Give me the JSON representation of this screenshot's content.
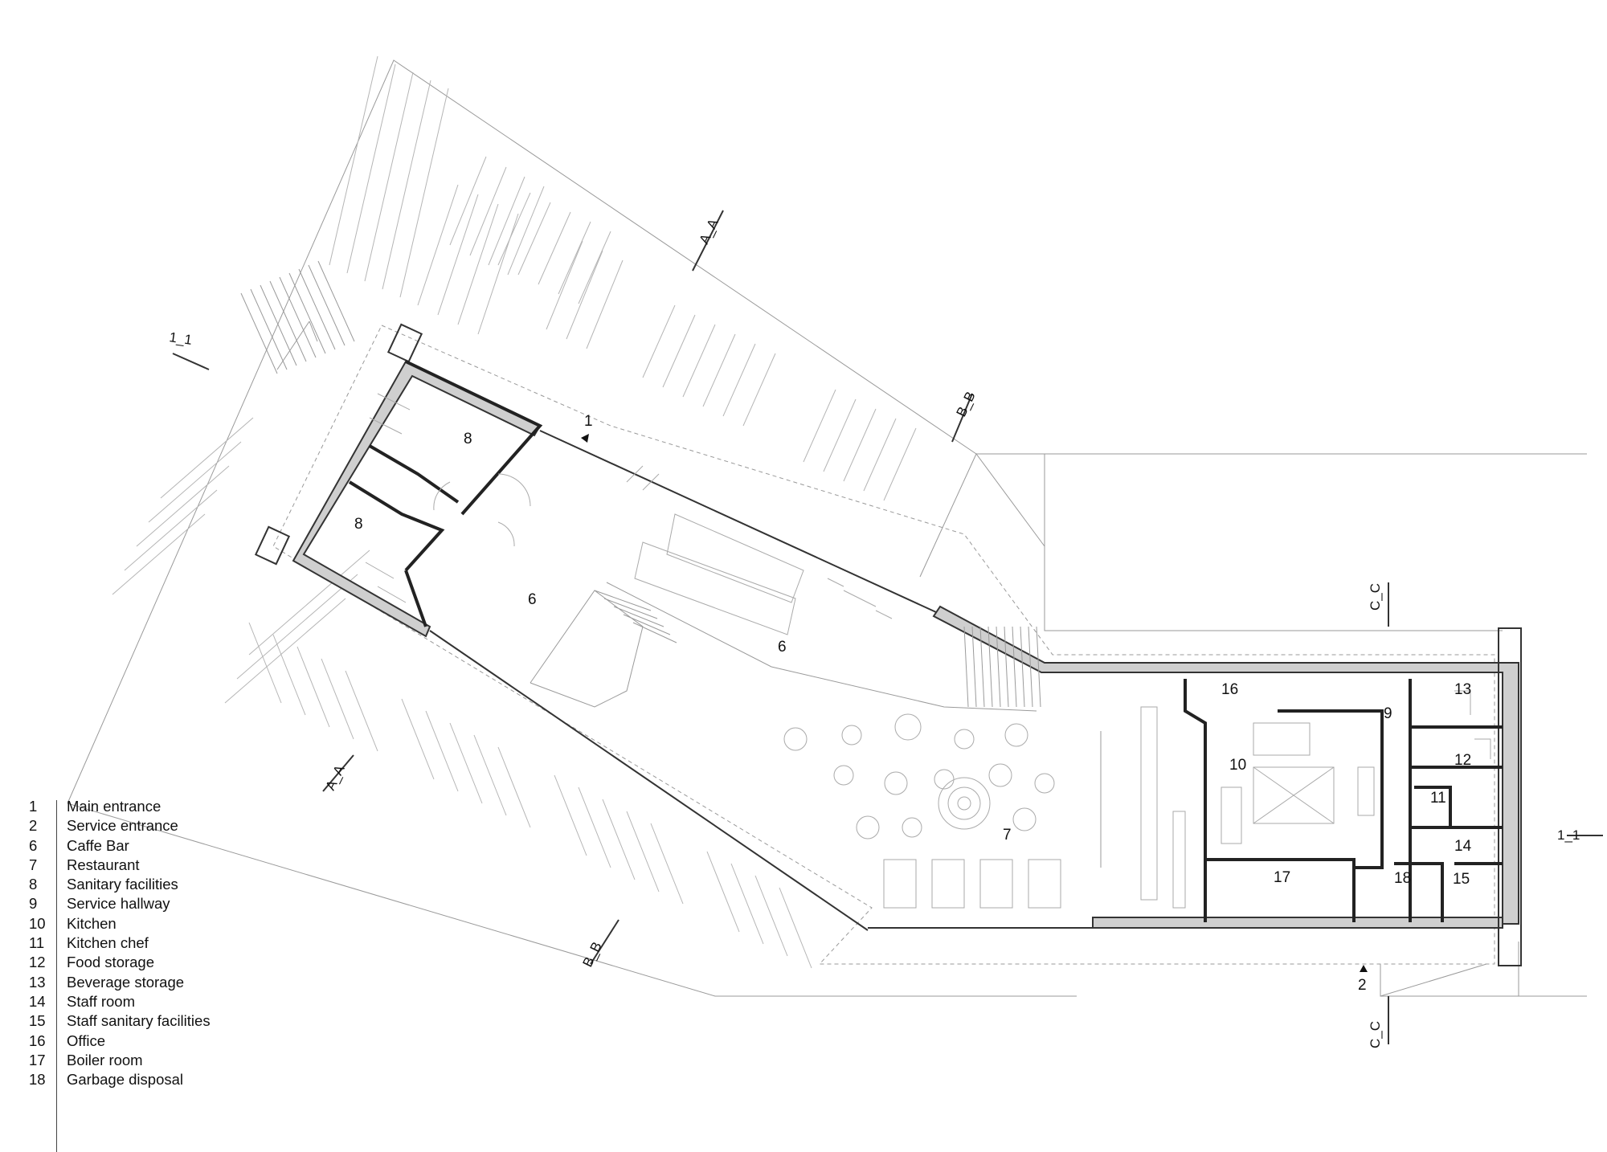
{
  "legend": [
    {
      "num": "1",
      "text": "Main entrance"
    },
    {
      "num": "2",
      "text": "Service entrance"
    },
    {
      "num": "6",
      "text": "Caffe Bar"
    },
    {
      "num": "7",
      "text": "Restaurant"
    },
    {
      "num": "8",
      "text": "Sanitary facilities"
    },
    {
      "num": "9",
      "text": "Service hallway"
    },
    {
      "num": "10",
      "text": "Kitchen"
    },
    {
      "num": "11",
      "text": "Kitchen chef"
    },
    {
      "num": "12",
      "text": "Food storage"
    },
    {
      "num": "13",
      "text": "Beverage storage"
    },
    {
      "num": "14",
      "text": "Staff room"
    },
    {
      "num": "15",
      "text": "Staff sanitary facilities"
    },
    {
      "num": "16",
      "text": "Office"
    },
    {
      "num": "17",
      "text": "Boiler room"
    },
    {
      "num": "18",
      "text": "Garbage disposal"
    }
  ],
  "room_labels": {
    "r8a": "8",
    "r8b": "8",
    "r6a": "6",
    "r6b": "6",
    "r7": "7",
    "r16": "16",
    "r9": "9",
    "r13": "13",
    "r10": "10",
    "r12": "12",
    "r11": "11",
    "r14": "14",
    "r17": "17",
    "r18": "18",
    "r15": "15"
  },
  "entrances": {
    "main": "1",
    "service": "2"
  },
  "section_marks": {
    "aa_top": "A_A",
    "aa_bottom": "A_A",
    "bb_top": "B_B",
    "bb_bottom": "B_B",
    "cc_top": "C_C",
    "cc_bottom": "C_C",
    "s11_left": "1_1",
    "s11_right": "1_1"
  }
}
